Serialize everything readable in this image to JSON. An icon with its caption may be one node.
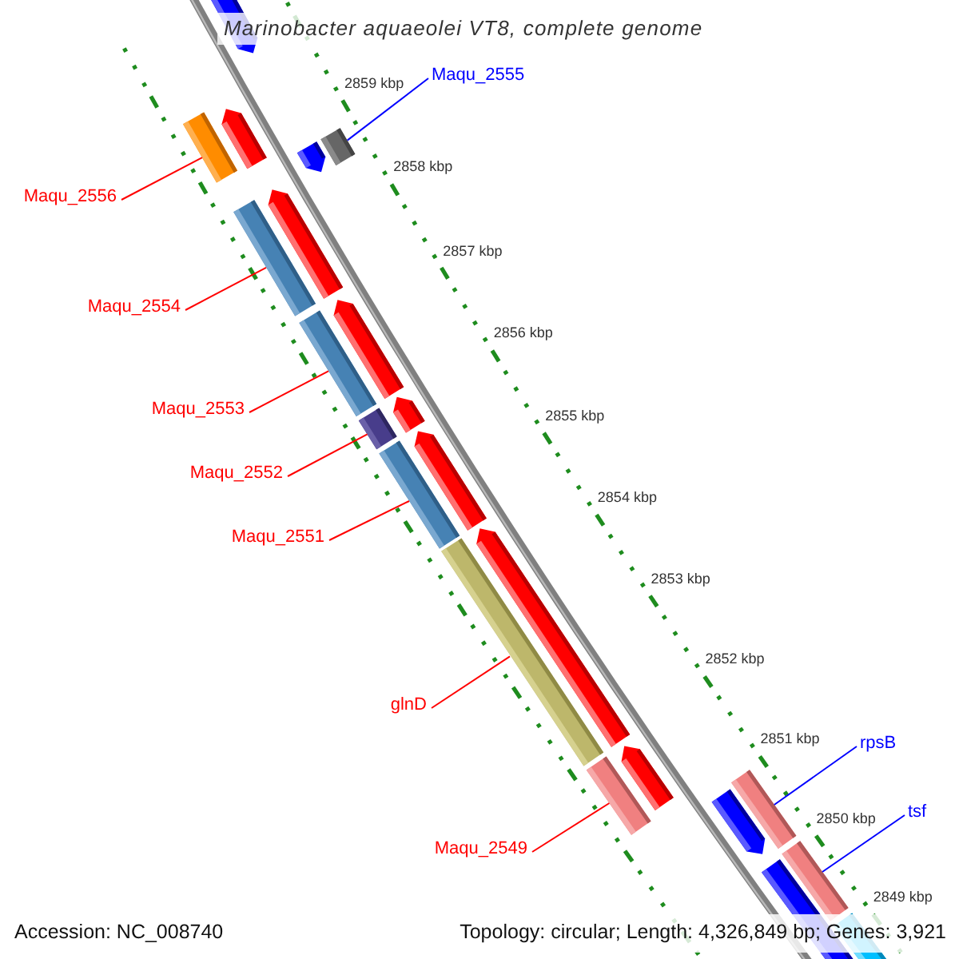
{
  "diagram": {
    "title": "Marinobacter aquaeolei VT8, complete genome",
    "nodes": [
      {
        "text": [
          "Maqu_2555"
        ]
      },
      {
        "text": [
          "Maqu_2556"
        ]
      },
      {
        "text": [
          "Maqu_2554"
        ]
      },
      {
        "text": [
          "Maqu_2553"
        ]
      },
      {
        "text": [
          "Maqu_2552"
        ]
      },
      {
        "text": [
          "Maqu_2551"
        ]
      },
      {
        "text": [
          "glnD"
        ]
      },
      {
        "text": [
          "Maqu_2549"
        ]
      },
      {
        "text": [
          "rpsB"
        ]
      },
      {
        "text": [
          "tsf"
        ]
      },
      {
        "text": [],
        "shape": "bar"
      },
      {
        "text": [],
        "shape": "bar"
      },
      {
        "text": [],
        "shape": "bar"
      },
      {
        "text": [],
        "shape": "bar"
      },
      {
        "text": [],
        "shape": "bar"
      },
      {
        "text": [],
        "shape": "bar"
      },
      {
        "text": [],
        "shape": "bar"
      },
      {
        "text": [],
        "shape": "bar"
      },
      {
        "text": [],
        "shape": "bar"
      },
      {
        "text": [],
        "shape": "bar"
      }
    ],
    "edges": [
      {
        "from": 0,
        "to": 10,
        "arrow": "none",
        "color": "#0000ff"
      },
      {
        "from": 1,
        "to": 11,
        "arrow": "none"
      },
      {
        "from": 2,
        "to": 12,
        "arrow": "none"
      },
      {
        "from": 3,
        "to": 13,
        "arrow": "none"
      },
      {
        "from": 4,
        "to": 14,
        "arrow": "none"
      },
      {
        "from": 5,
        "to": 15,
        "arrow": "none"
      },
      {
        "from": 6,
        "to": 16,
        "arrow": "none"
      },
      {
        "from": 7,
        "to": 17,
        "arrow": "none"
      },
      {
        "from": 8,
        "to": 18,
        "arrow": "none",
        "color": "#0000ff"
      },
      {
        "from": 9,
        "to": 19,
        "arrow": "none",
        "color": "#0000ff"
      }
    ],
    "labels": [
      "2859 kbp",
      "2858 kbp",
      "2857 kbp",
      "2856 kbp",
      "2855 kbp",
      "2854 kbp",
      "2853 kbp",
      "2852 kbp",
      "2851 kbp",
      "2850 kbp",
      "2849 kbp",
      "Accession: NC_008740",
      "Topology: circular; Length: 4,326,849 bp; Genes: 3,921"
    ]
  }
}
